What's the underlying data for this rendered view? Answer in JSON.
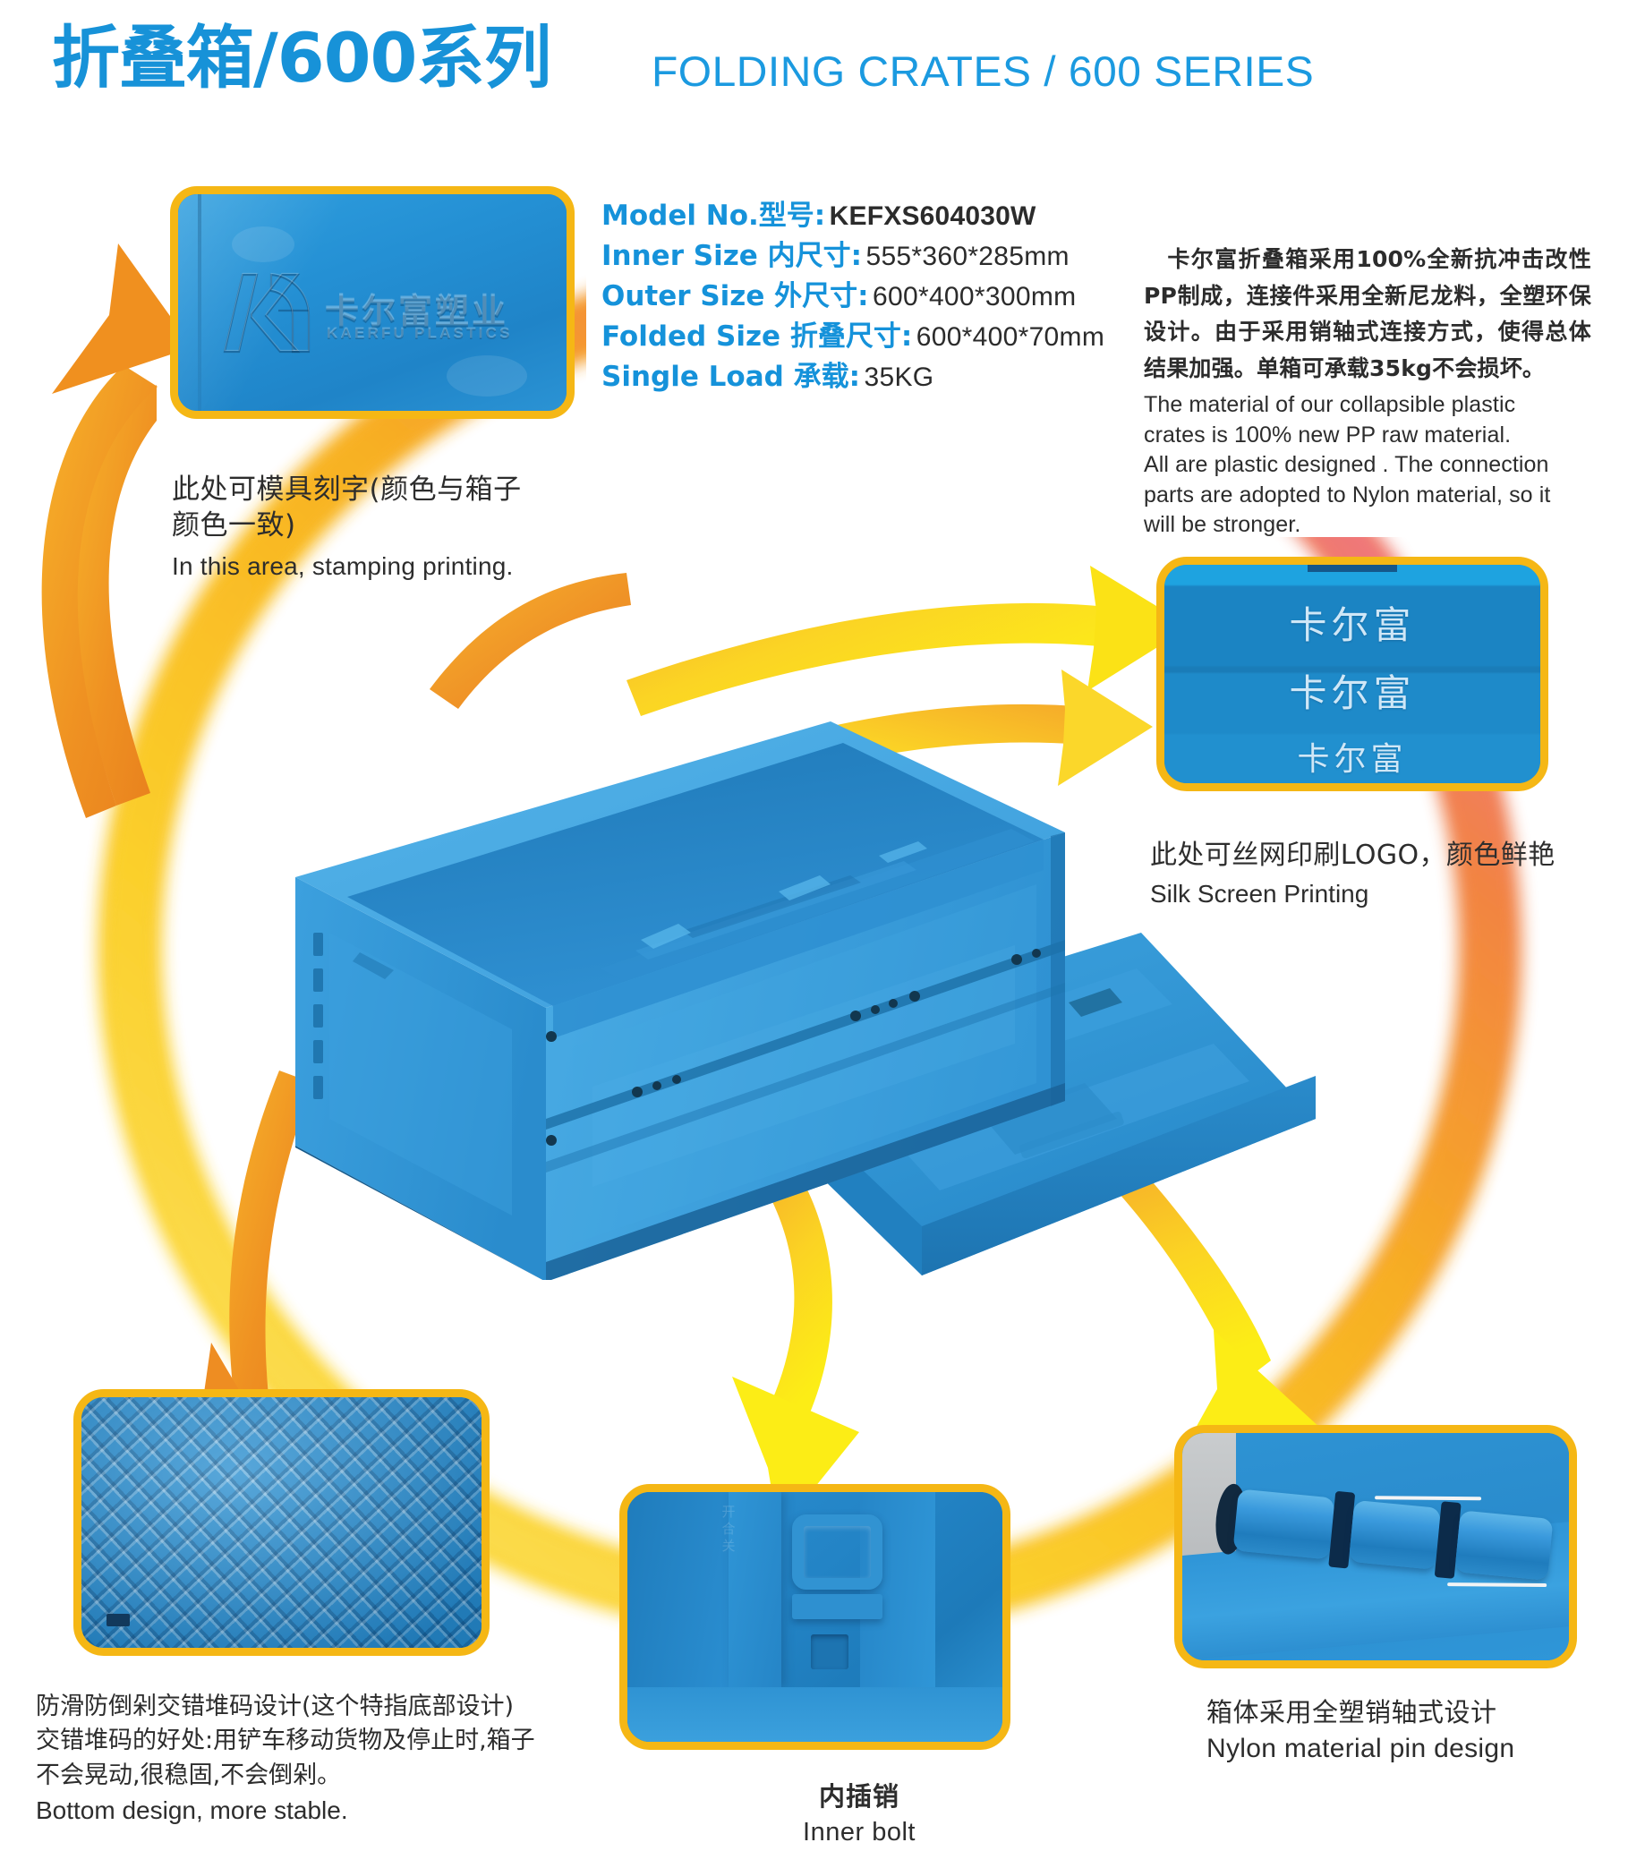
{
  "header": {
    "title_cn": "折叠箱/600系列",
    "title_en": "FOLDING CRATES / 600 SERIES",
    "color_cn": "#1792d8",
    "color_en": "#1b9ae0"
  },
  "specs": {
    "rows": [
      {
        "label": "Model No.型号:",
        "value": "KEFXS604030W"
      },
      {
        "label": "Inner Size 内尺寸:",
        "value": "555*360*285mm"
      },
      {
        "label": "Outer Size 外尺寸:",
        "value": "600*400*300mm"
      },
      {
        "label": "Folded Size 折叠尺寸:",
        "value": "600*400*70mm"
      },
      {
        "label": "Single Load 承载:",
        "value": "35KG"
      }
    ],
    "label_color": "#1592da",
    "value_color": "#2b2b2b"
  },
  "description": {
    "cn": "　卡尔富折叠箱采用100%全新抗冲击改性PP制成，连接件采用全新尼龙料，全塑环保设计。由于采用销轴式连接方式，使得总体结果加强。单箱可承载35kg不会损坏。",
    "en_lines": [
      "The material of our collapsible plastic",
      "crates is 100% new PP raw material.",
      "All are plastic designed . The connection",
      "parts are adopted to Nylon material, so it",
      "will be stronger."
    ]
  },
  "panels": {
    "stamp": {
      "emboss_cn": "卡尔富塑业",
      "emboss_en": "KAERFU PLASTICS",
      "caption_cn_line1": "此处可模具刻字(颜色与箱子",
      "caption_cn_line2": "颜色一致)",
      "caption_en": "In this area, stamping printing."
    },
    "silk": {
      "rows": [
        "卡尔富",
        "卡尔富",
        "卡尔富"
      ],
      "caption_cn": "此处可丝网印刷LOGO，颜色鲜艳",
      "caption_en": "Silk Screen Printing"
    },
    "bottom": {
      "caption_cn_line1": "防滑防倒剁交错堆码设计(这个特指底部设计)",
      "caption_cn_line2": "交错堆码的好处:用铲车移动货物及停止时,箱子",
      "caption_cn_line3": "不会晃动,很稳固,不会倒剁。",
      "caption_en": "Bottom design, more stable."
    },
    "bolt": {
      "caption_cn": "内插销",
      "caption_en": "Inner bolt"
    },
    "pin": {
      "caption_cn": "箱体采用全塑销轴式设计",
      "caption_en": "Nylon material pin design"
    }
  },
  "graphics": {
    "panel_border_color": "#f5b715",
    "ring_yellow": "#fbd52e",
    "ring_orange": "#f59023",
    "ring_pink": "#ef6fa5",
    "arrow_orange": "#ee8d22",
    "arrow_yellow": "#fbe216",
    "crate_blue": "#2a8fd0",
    "crate_blue_dark": "#1b6fa8"
  }
}
